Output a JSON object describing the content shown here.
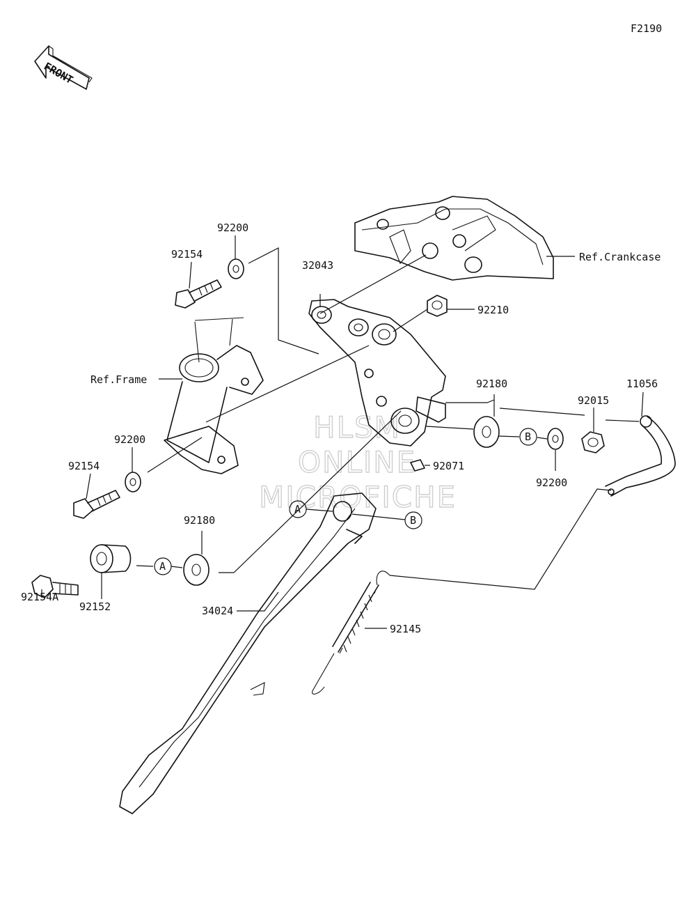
{
  "figure_code": "F2190",
  "front_label": "FRONT",
  "watermark": [
    "HLSM",
    "ONLINE",
    "MICROFICHE"
  ],
  "refs": {
    "crankcase": "Ref.Crankcase",
    "frame": "Ref.Frame"
  },
  "parts": {
    "p92200_top": "92200",
    "p92154_top": "92154",
    "p32043": "32043",
    "p92210": "92210",
    "p92180_right": "92180",
    "p11056": "11056",
    "p92015": "92015",
    "p92200_left": "92200",
    "p92154_left": "92154",
    "p92071": "92071",
    "p92200_right": "92200",
    "p92180_left": "92180",
    "p92154A": "92154A",
    "p92152": "92152",
    "p34024": "34024",
    "p92145": "92145"
  },
  "callouts": {
    "a_left": "A",
    "a_mid": "A",
    "b_mid": "B",
    "b_right": "B"
  }
}
